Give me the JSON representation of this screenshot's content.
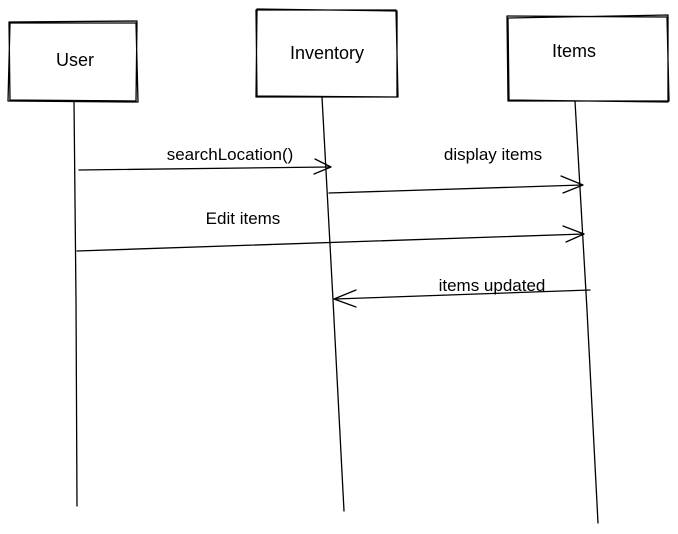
{
  "participants": [
    {
      "id": "user",
      "name": "User"
    },
    {
      "id": "inventory",
      "name": "Inventory"
    },
    {
      "id": "items",
      "name": "Items"
    }
  ],
  "messages": [
    {
      "id": "m1",
      "from": "user",
      "to": "inventory",
      "label": "searchLocation()"
    },
    {
      "id": "m2",
      "from": "inventory",
      "to": "items",
      "label": "display items"
    },
    {
      "id": "m3",
      "from": "user",
      "to": "items",
      "label": "Edit items"
    },
    {
      "id": "m4",
      "from": "items",
      "to": "inventory",
      "label": "items updated"
    }
  ],
  "colors": {
    "stroke": "#000000",
    "background": "#ffffff",
    "text": "#000000"
  }
}
